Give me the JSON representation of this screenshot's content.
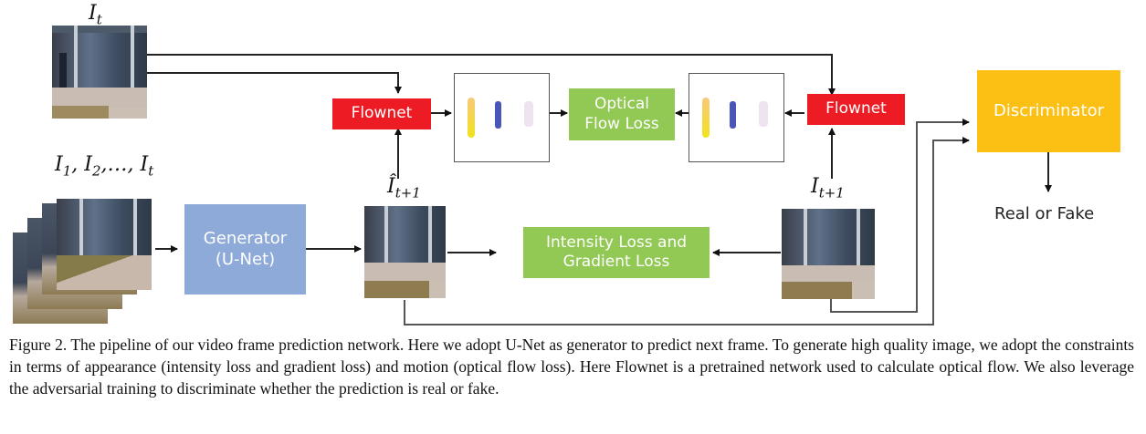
{
  "diagram": {
    "inputs": {
      "current_frame_label": "I_t",
      "current_frame_base": "I",
      "current_frame_sub": "t",
      "sequence_label": "I_1, I_2, ..., I_t",
      "sequence_parts": [
        {
          "base": "I",
          "sub": "1"
        },
        {
          "base": "I",
          "sub": "2"
        },
        {
          "ellipsis": "…"
        },
        {
          "base": "I",
          "sub": "t"
        }
      ]
    },
    "predicted_frame": {
      "base": "Î",
      "sub": "t+1"
    },
    "ground_truth_frame": {
      "base": "I",
      "sub": "t+1"
    },
    "nodes": {
      "generator": {
        "line1": "Generator",
        "line2": "(U-Net)",
        "color": "#8eaad8"
      },
      "flownet_left": {
        "label": "Flownet",
        "color": "#ed1c24"
      },
      "flownet_right": {
        "label": "Flownet",
        "color": "#ed1c24"
      },
      "optical_flow_loss": {
        "line1": "Optical",
        "line2": "Flow Loss",
        "color": "#92c854"
      },
      "intensity_gradient_loss": {
        "line1": "Intensity Loss and",
        "line2": "Gradient Loss",
        "color": "#92c854"
      },
      "discriminator": {
        "label": "Discriminator",
        "color": "#fcbf13"
      }
    },
    "output_label": "Real or Fake"
  },
  "caption": {
    "text": "Figure 2. The pipeline of our video frame prediction network. Here we adopt U-Net as generator to predict next frame. To generate high quality image, we adopt the constraints in terms of appearance (intensity loss and gradient loss) and motion (optical flow loss). Here Flownet is a pretrained network used to calculate optical flow. We also leverage the adversarial training to discriminate whether the prediction is real or fake."
  }
}
